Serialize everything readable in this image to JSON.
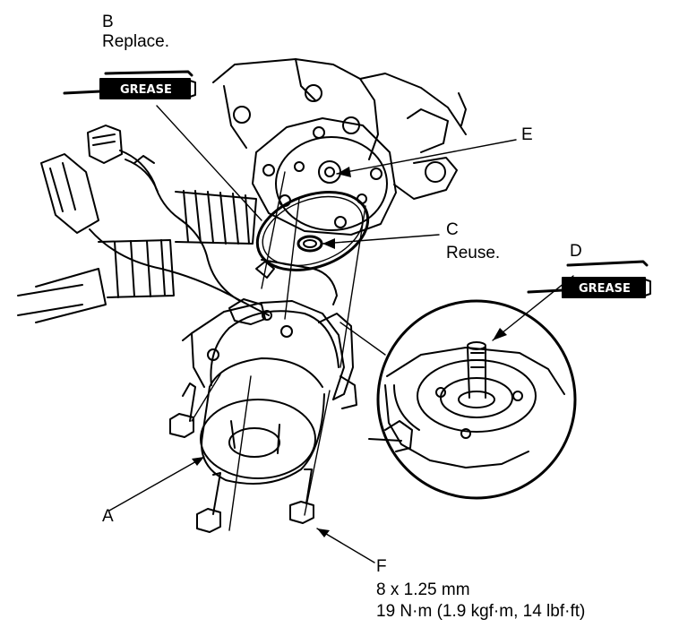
{
  "callouts": {
    "A": {
      "letter": "A"
    },
    "B": {
      "letter": "B",
      "note": "Replace."
    },
    "C": {
      "letter": "C",
      "note": "Reuse."
    },
    "D": {
      "letter": "D"
    },
    "E": {
      "letter": "E"
    },
    "F": {
      "letter": "F",
      "spec_line1": "8 x 1.25 mm",
      "spec_line2": "19 N·m (1.9 kgf·m, 14 lbf·ft)"
    }
  },
  "grease_labels": {
    "b": "GREASE",
    "d": "GREASE"
  }
}
